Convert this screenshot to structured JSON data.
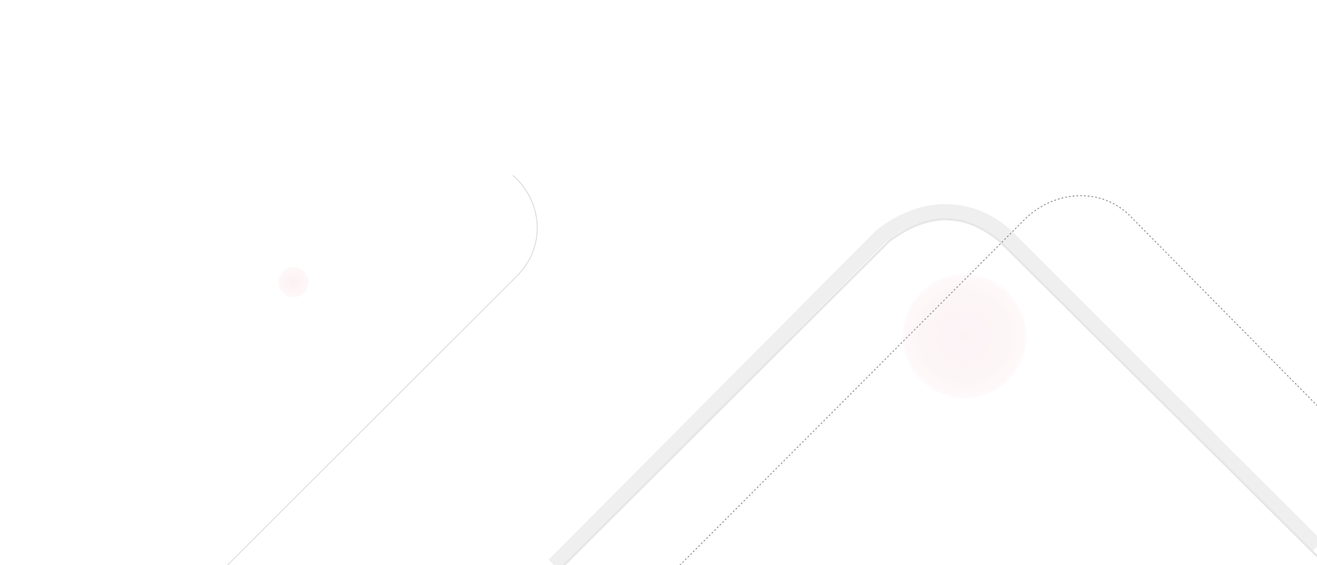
{
  "background": {
    "color": "#ffffff",
    "stroke_colors": {
      "thin_line": "#d9d9d9",
      "thick_band": "#ececec",
      "thick_band_inner": "#f4f4f4",
      "dotted_line": "#888888"
    },
    "blob_colors": {
      "small_blob": "#fdf3f5",
      "large_blob": "#fdf6f7"
    },
    "shapes": [
      "thin-curve-outline",
      "thick-chevron-band",
      "dotted-chevron-line",
      "small-pink-blob",
      "large-pink-blob"
    ]
  }
}
